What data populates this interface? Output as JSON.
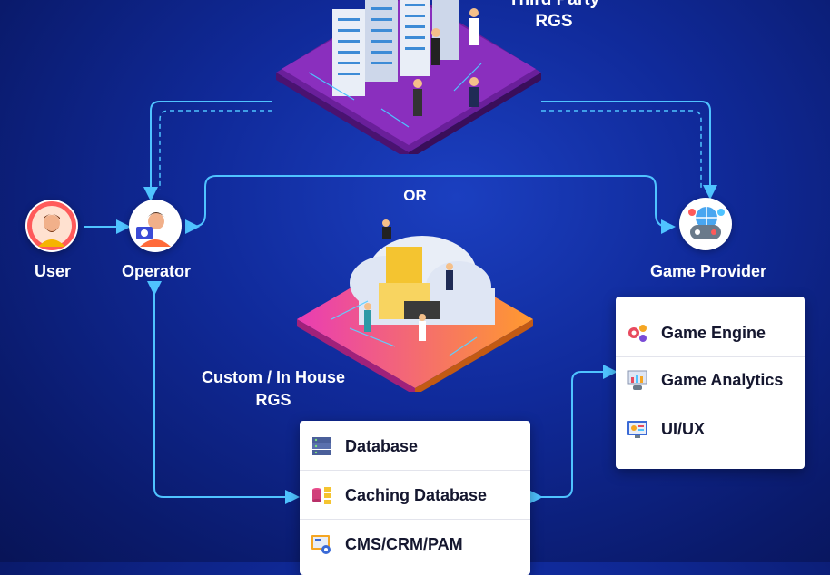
{
  "labels": {
    "third_party": "Third Party\nRGS",
    "or": "OR",
    "user": "User",
    "operator": "Operator",
    "game_provider": "Game Provider",
    "custom": "Custom / In House\nRGS"
  },
  "provider_features": [
    {
      "label": "Game Engine",
      "icon": "gear-icon"
    },
    {
      "label": "Game Analytics",
      "icon": "analytics-icon"
    },
    {
      "label": "UI/UX",
      "icon": "design-icon"
    }
  ],
  "rgs_features": [
    {
      "label": "Database",
      "icon": "database-icon"
    },
    {
      "label": "Caching Database",
      "icon": "caching-database-icon"
    },
    {
      "label": "CMS/CRM/PAM",
      "icon": "cms-icon"
    }
  ],
  "colors": {
    "arrow": "#4fc3ff",
    "platform_top": "#7a2ea8",
    "platform_custom_start": "#e93cb4",
    "platform_custom_end": "#ff9a2e"
  }
}
